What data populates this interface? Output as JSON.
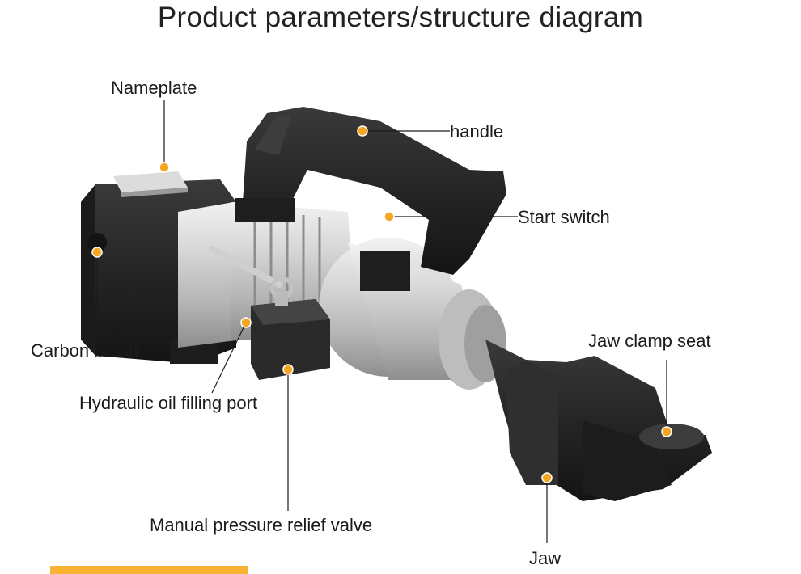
{
  "title": "Product parameters/structure diagram",
  "colors": {
    "marker": "#f5a623",
    "accent_bar": "#f7b331",
    "leader_line": "#1a1a1a",
    "tool_black": "#242424",
    "tool_silver": "#c9c9c9"
  },
  "labels": {
    "nameplate": "Nameplate",
    "handle": "handle",
    "start_switch": "Start switch",
    "carbon_brush": "Carbon brush",
    "hydraulic_oil_port": "Hydraulic oil filling port",
    "relief_valve": "Manual pressure relief valve",
    "jaw_clamp_seat": "Jaw clamp seat",
    "jaw": "Jaw"
  }
}
